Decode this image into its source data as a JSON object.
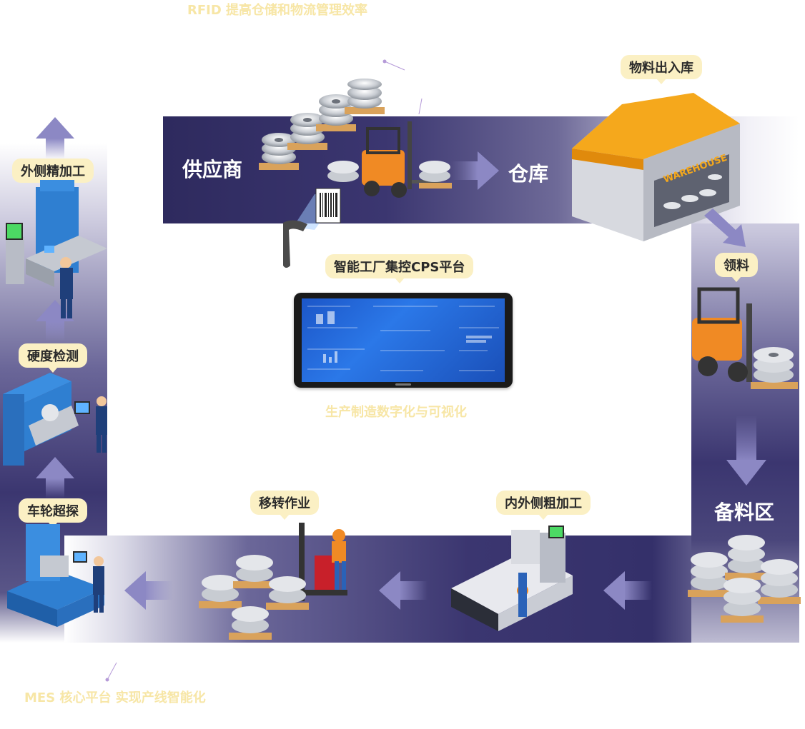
{
  "top_caption": "RFID 提高仓储和物流管理效率",
  "center": {
    "platform_label": "智能工厂集控CPS平台",
    "caption": "生产制造数字化与可视化"
  },
  "bottom_caption": "MES 核心平台  实现产线智能化",
  "nodes": {
    "supplier": "供应商",
    "warehouse": "仓库",
    "material_io": "物料出入库",
    "pick": "领料",
    "staging": "备料区",
    "rough_machining": "内外侧粗加工",
    "transfer": "移转作业",
    "ultrasonic": "车轮超探",
    "hardness": "硬度检测",
    "finish_machining": "外侧精加工"
  },
  "warehouse_sign": "WAREHOUSE",
  "colors": {
    "band_dark": "#3b3670",
    "band_light": "#c9c7dc",
    "pill_bg": "#fbf0c4",
    "faded_text": "#f7e6a6",
    "roof": "#f5a81c",
    "machine_blue": "#2f7fd1",
    "forklift_orange": "#f08a24"
  }
}
